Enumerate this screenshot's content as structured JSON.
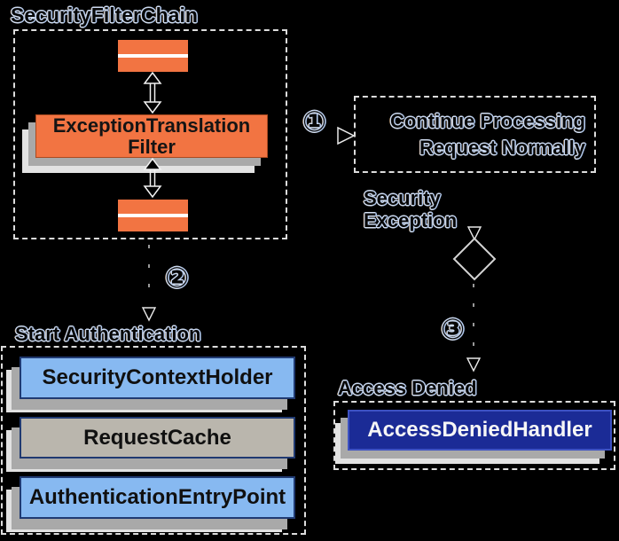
{
  "title": "SecurityFilterChain",
  "filter_chain": {
    "filter_box": {
      "line1": "ExceptionTranslation",
      "line2": "Filter"
    }
  },
  "steps": [
    {
      "symbol": "①",
      "meaning": "continue-processing"
    },
    {
      "symbol": "②",
      "meaning": "start-authentication"
    },
    {
      "symbol": "③",
      "meaning": "access-denied"
    }
  ],
  "continue_box": {
    "line1": "Continue Processing",
    "line2": "Request Normally"
  },
  "security_exception_label": {
    "line1": "Security",
    "line2": "Exception"
  },
  "start_authentication": {
    "label": "Start Authentication",
    "boxes": [
      {
        "label": "SecurityContextHolder",
        "variant": "blue"
      },
      {
        "label": "RequestCache",
        "variant": "tan"
      },
      {
        "label": "AuthenticationEntryPoint",
        "variant": "blue"
      }
    ]
  },
  "access_denied": {
    "label": "Access Denied",
    "handler_label": "AccessDeniedHandler"
  },
  "colors": {
    "background": "#000000",
    "orange": "#F27442",
    "light_blue": "#87B9F1",
    "tan_gray": "#BAB6AD",
    "navy": "#1B2B96",
    "navy_border": "#203A72",
    "navy_box_border": "#3D51C2",
    "shadow_gray": "#A9A9A9",
    "shadow_light": "#E2E2E2",
    "dashed_border": "#DCDCDC"
  }
}
